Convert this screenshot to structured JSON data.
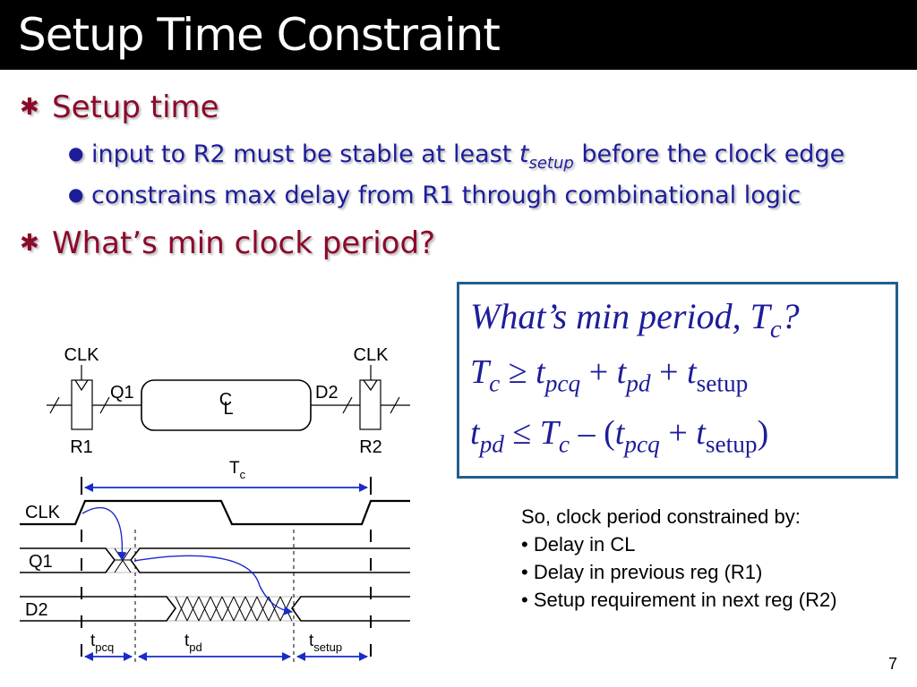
{
  "slide": {
    "title": "Setup Time Constraint",
    "page_number": "7"
  },
  "bullets": {
    "b1": {
      "text": "Setup time"
    },
    "b1_sub1": {
      "pre": "input to R2 must be stable at least ",
      "t": "t",
      "sub": "setup",
      "post": " before the clock edge"
    },
    "b1_sub2": {
      "text": "constrains max delay from R1 through combinational logic"
    },
    "b2": {
      "text": "What’s min clock period?"
    }
  },
  "equations": {
    "line1": {
      "pre": "What’s min period, T",
      "sub": "c",
      "post": "?"
    },
    "line2": {
      "T": "T",
      "c": "c",
      "rel": " ≥ ",
      "t1": "t",
      "pcq": "pcq",
      "plus1": " + ",
      "t2": "t",
      "pd": "pd",
      "plus2": " + ",
      "t3": "t",
      "setup": "setup"
    },
    "line3": {
      "t1": "t",
      "pd": "pd",
      "rel": " ≤ ",
      "T": "T",
      "c": "c",
      "minus": " – (",
      "t2": "t",
      "pcq": "pcq",
      "plus": " + ",
      "t3": "t",
      "setup": "setup",
      "close": ")"
    }
  },
  "notes": {
    "heading": "So, clock period constrained by:",
    "items": [
      "• Delay in CL",
      "• Delay in previous reg (R1)",
      "• Setup requirement in next reg (R2)"
    ]
  },
  "circuit": {
    "clk_left": "CLK",
    "clk_right": "CLK",
    "q1": "Q1",
    "d2": "D2",
    "cl_top": "C",
    "cl_bottom": "L",
    "r1": "R1",
    "r2": "R2"
  },
  "timing": {
    "tc_main": "T",
    "tc_sub": "c",
    "signals": [
      "CLK",
      "Q1",
      "D2"
    ],
    "tpcq_main": "t",
    "tpcq_sub": "pcq",
    "tpd_main": "t",
    "tpd_sub": "pd",
    "tsetup_main": "t",
    "tsetup_sub": "setup"
  },
  "colors": {
    "title_bg": "#000000",
    "bullet1": "#8b0a2a",
    "bullet2": "#1d1d9a",
    "arrow": "#1a2acc",
    "box_border": "#1f5f8f"
  }
}
